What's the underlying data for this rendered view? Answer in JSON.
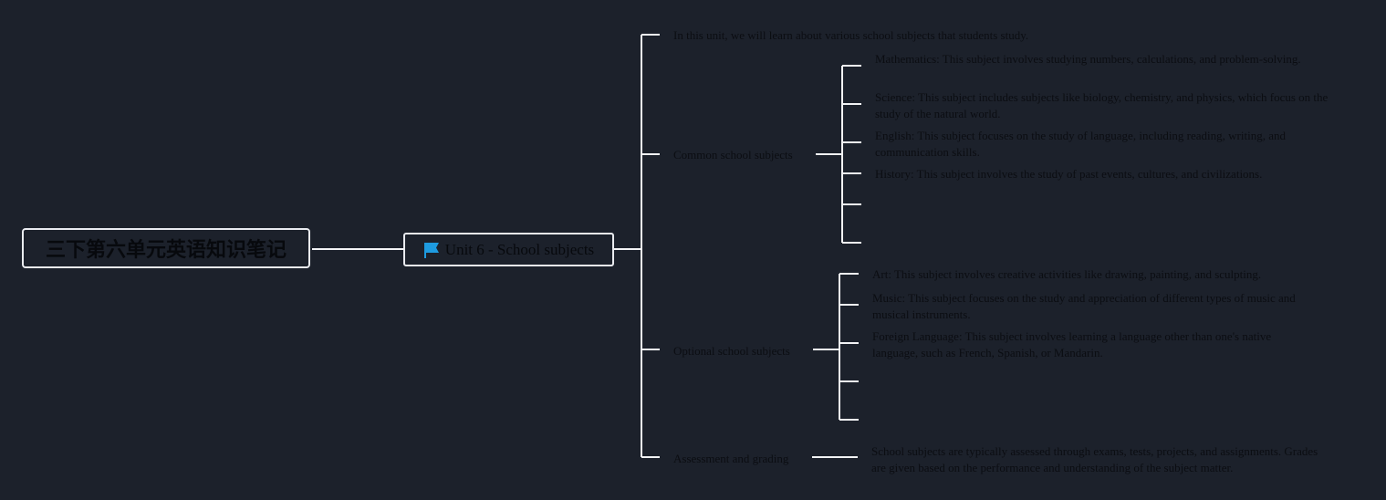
{
  "root": {
    "label": "三下第六单元英语知识笔记"
  },
  "main": {
    "label": "Unit 6 - School subjects",
    "icon": "flag-icon",
    "icon_color": "#1e9be0"
  },
  "branches": {
    "intro": "In this unit, we will learn about various school subjects that students study.",
    "common": {
      "label": "Common school subjects",
      "items": [
        "Mathematics: This subject involves studying numbers, calculations, and problem-solving.",
        "Science: This subject includes subjects like biology, chemistry, and physics, which focus on the study of the natural world.",
        "English: This subject focuses on the study of language, including reading, writing, and communication skills.",
        "History: This subject involves the study of past events, cultures, and civilizations."
      ]
    },
    "optional": {
      "label": "Optional school subjects",
      "items": [
        "Art: This subject involves creative activities like drawing, painting, and sculpting.",
        "Music: This subject focuses on the study and appreciation of different types of music and musical instruments.",
        "Foreign Language: This subject involves learning a language other than one's native language, such as French, Spanish, or Mandarin."
      ]
    },
    "assessment": {
      "label": "Assessment and grading",
      "items": [
        "School subjects are typically assessed through exams, tests, projects, and assignments. Grades are given based on the performance and understanding of the subject matter."
      ]
    }
  },
  "colors": {
    "background": "#1c212b",
    "line": "#f2f3f5",
    "text": "#0b0d12"
  }
}
